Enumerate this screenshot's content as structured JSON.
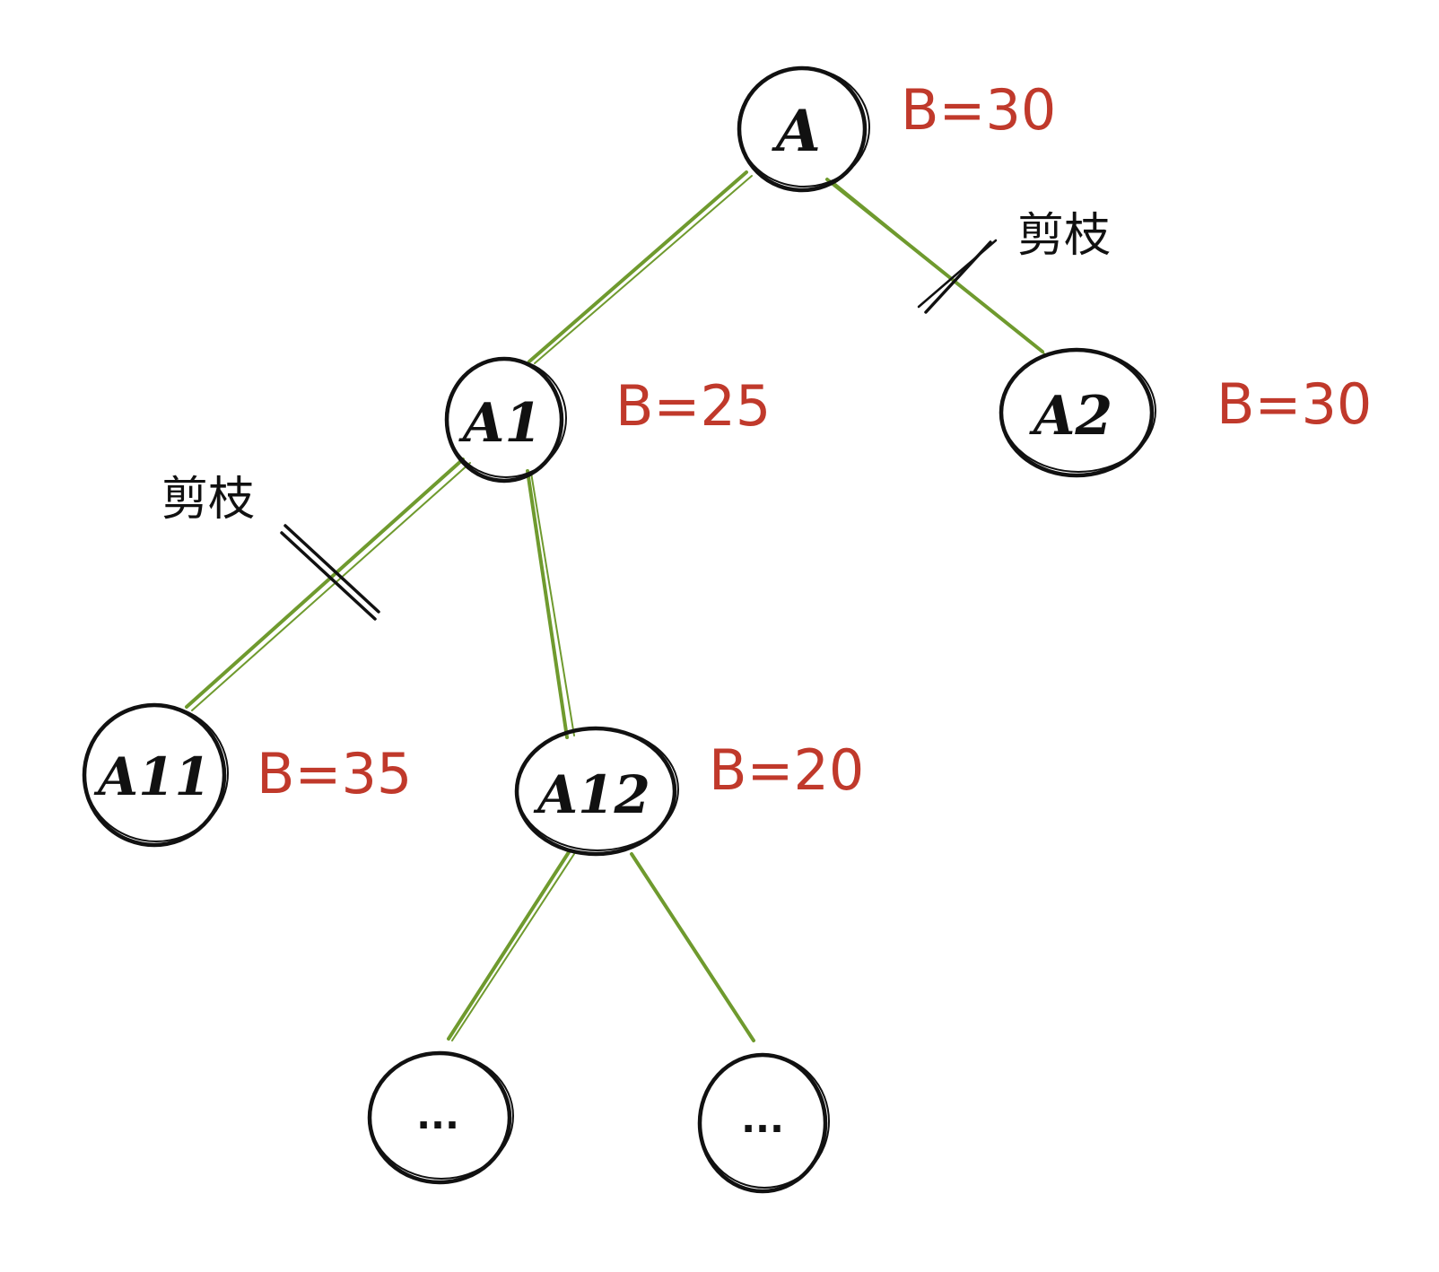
{
  "colors": {
    "edge": "#6f9a2e",
    "node_stroke": "#111111",
    "value_text": "#c0392b",
    "prune_mark": "#111111"
  },
  "nodes": [
    {
      "id": "A",
      "label": "A",
      "value": "B=30"
    },
    {
      "id": "A1",
      "label": "A1",
      "value": "B=25"
    },
    {
      "id": "A2",
      "label": "A2",
      "value": "B=30"
    },
    {
      "id": "A11",
      "label": "A11",
      "value": "B=35"
    },
    {
      "id": "A12",
      "label": "A12",
      "value": "B=20"
    },
    {
      "id": "C1",
      "label": "...",
      "value": ""
    },
    {
      "id": "C2",
      "label": "...",
      "value": ""
    }
  ],
  "edges": [
    {
      "from": "A",
      "to": "A1",
      "pruned": false
    },
    {
      "from": "A",
      "to": "A2",
      "pruned": true
    },
    {
      "from": "A1",
      "to": "A11",
      "pruned": true
    },
    {
      "from": "A1",
      "to": "A12",
      "pruned": false
    },
    {
      "from": "A12",
      "to": "C1",
      "pruned": false
    },
    {
      "from": "A12",
      "to": "C2",
      "pruned": false
    }
  ],
  "prune_labels": [
    "剪枝",
    "剪枝"
  ]
}
